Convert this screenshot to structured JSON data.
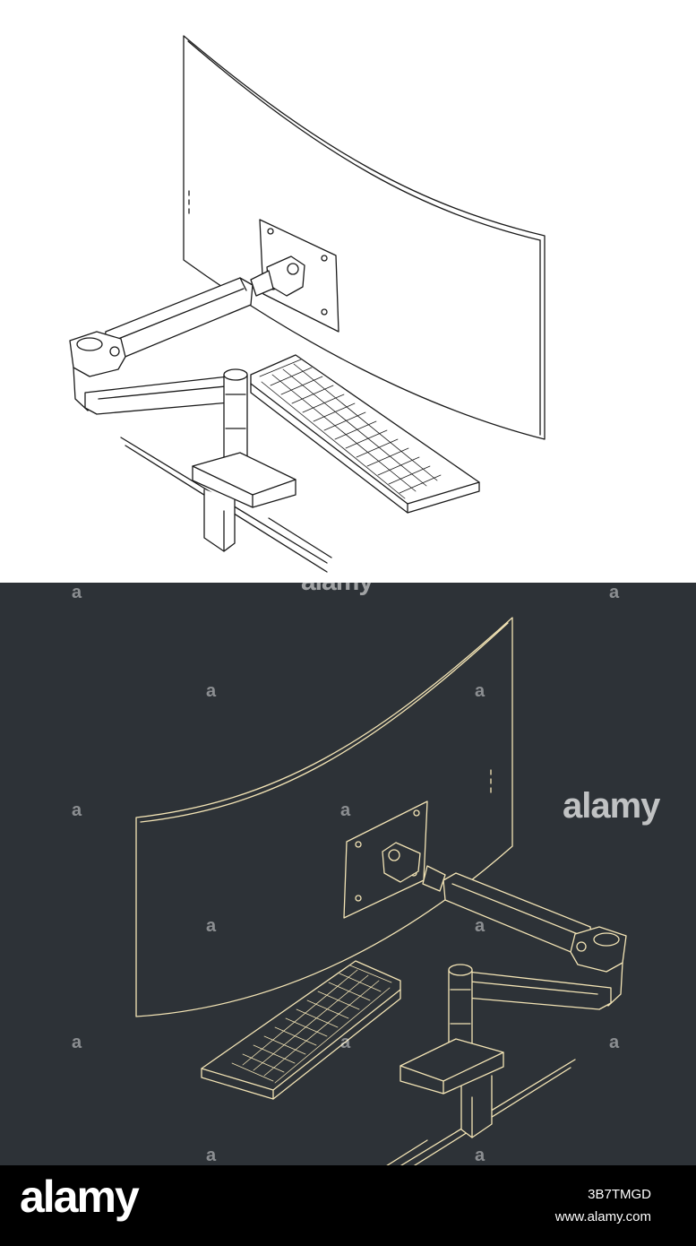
{
  "colors": {
    "light_bg": "#ffffff",
    "light_line": "#1a1a1a",
    "dark_bg": "#2d3237",
    "dark_line": "#f3e4b5",
    "footer_bg": "#000000"
  },
  "watermark": {
    "small_glyph": "a",
    "brand": "alamy",
    "top_fragment": "alamy"
  },
  "footer": {
    "logo": "alamy",
    "image_id": "3B7TMGD",
    "url": "www.alamy.com"
  },
  "icons": {
    "illustration_light": "monitor-arm-drawing",
    "illustration_dark": "monitor-arm-blueprint"
  }
}
